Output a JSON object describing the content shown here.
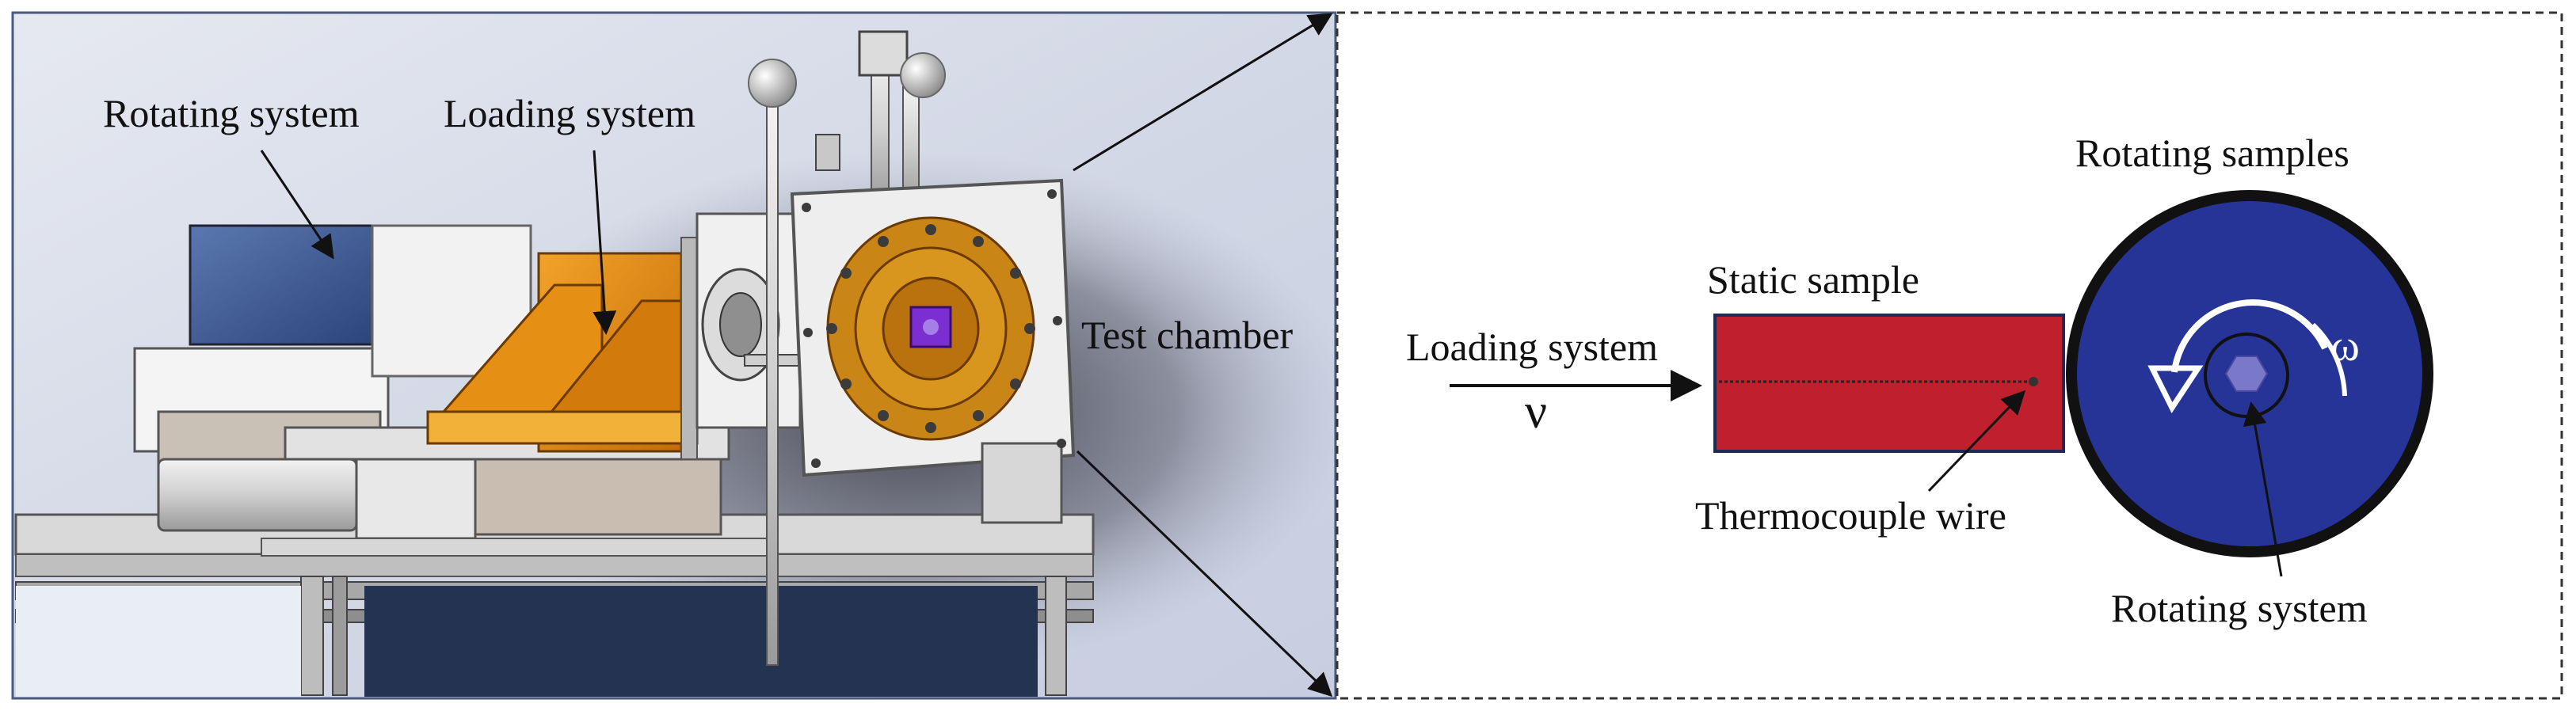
{
  "photo_panel": {
    "labels": {
      "rotating_system": "Rotating system",
      "loading_system": "Loading system",
      "test_chamber": "Test chamber"
    }
  },
  "schematic_panel": {
    "labels": {
      "rotating_samples": "Rotating samples",
      "static_sample": "Static sample",
      "loading_system": "Loading system",
      "velocity_symbol": "ν",
      "angular_velocity_symbol": "ω",
      "thermocouple_wire": "Thermocouple wire",
      "rotating_system": "Rotating system"
    }
  },
  "colors": {
    "static_sample_fill": "#c0202e",
    "rotating_disc_fill": "#253496",
    "rotating_disc_rim": "#111111",
    "hub_fill": "#7a78c8",
    "photo_background": "#cfd5e4",
    "loading_bracket": "#e08a10",
    "flange": "#c98516",
    "motor_housing": "#3f5a8f",
    "dashed_border": "#333333"
  }
}
